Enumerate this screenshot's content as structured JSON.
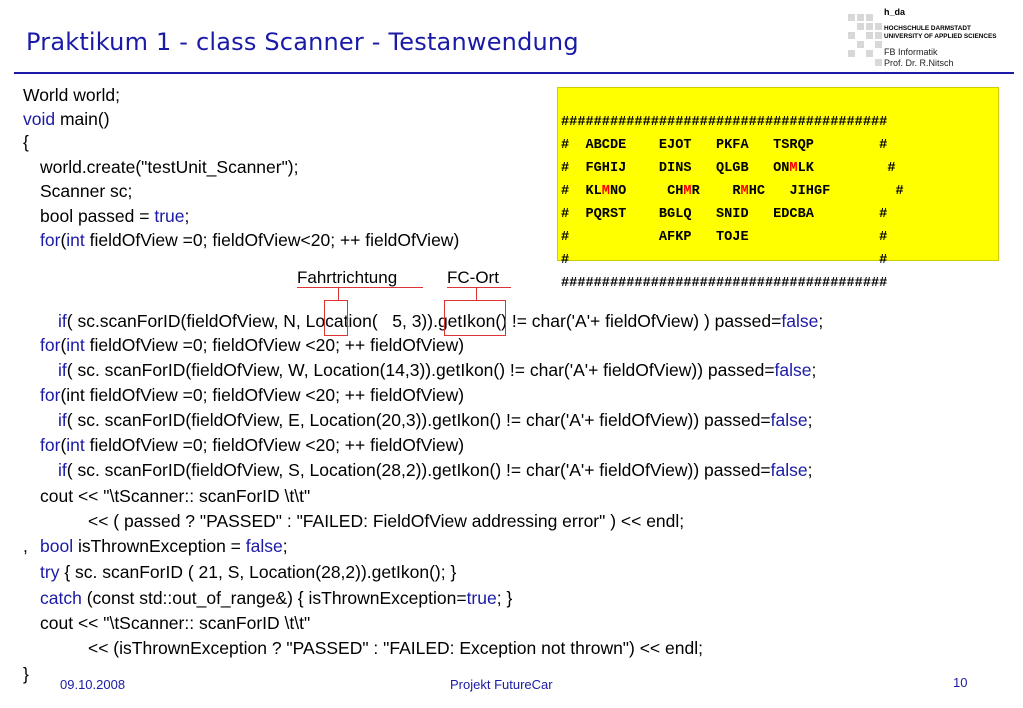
{
  "header": {
    "title_main": "Praktikum 1",
    "title_sub": " - class Scanner - Testanwendung",
    "logo_name": "h_da",
    "logo_uni_1": "HOCHSCHULE DARMSTADT",
    "logo_uni_2": "UNIVERSITY OF APPLIED SCIENCES",
    "logo_dept": "FB Informatik",
    "logo_prof": "Prof. Dr. R.Nitsch"
  },
  "code": {
    "l1": "World world;",
    "l2_kw": "void",
    "l2_rest": " main()",
    "l3": "{",
    "l4": "world.create(\"testUnit_Scanner\");",
    "l5": "Scanner sc;",
    "l6_a": "bool passed = ",
    "l6_kw": "true",
    "l6_b": ";",
    "l7_kw1": "for",
    "l7_a": "(",
    "l7_kw2": "int",
    "l7_b": " fieldOfView =0; fieldOfView<20; ++ fieldOfView)",
    "l8_kw": "if",
    "l8_a": "( sc.scanForID(fieldOfView, N, Location(   5, 3)).getIkon() != char('A'+ fieldOfView) ) passed=",
    "l8_kw2": "false",
    "l8_b": ";",
    "l9_kw1": "for",
    "l9_a": "(",
    "l9_kw2": "int",
    "l9_b": " fieldOfView =0; fieldOfView <20; ++ fieldOfView)",
    "l10_kw": "if",
    "l10_a": "( sc. scanForID(fieldOfView, W, Location(14,3)).getIkon() != char('A'+ fieldOfView)) passed=",
    "l10_kw2": "false",
    "l10_b": ";",
    "l11_kw": "for",
    "l11_a": "(int fieldOfView =0; fieldOfView <20; ++ fieldOfView)",
    "l12_kw": "if",
    "l12_a": "( sc. scanForID(fieldOfView, E, Location(20,3)).getIkon() != char('A'+ fieldOfView)) passed=",
    "l12_kw2": "false",
    "l12_b": ";",
    "l13_kw1": "for",
    "l13_a": "(",
    "l13_kw2": "int",
    "l13_b": " fieldOfView =0; fieldOfView <20; ++ fieldOfView)",
    "l14_kw": "if",
    "l14_a": "( sc. scanForID(fieldOfView, S, Location(28,2)).getIkon() != char('A'+ fieldOfView)) passed=",
    "l14_kw2": "false",
    "l14_b": ";",
    "l15": "cout << \"\\tScanner:: scanForID \\t\\t\"",
    "l16": "<< ( passed ? \"PASSED\" : \"FAILED: FieldOfView addressing error\" ) << endl;",
    "l17_comma": ",",
    "l17_kw": "bool",
    "l17_a": " isThrownException = ",
    "l17_kw2": "false",
    "l17_b": ";",
    "l18_kw": "try",
    "l18_a": " { sc. scanForID ( 21, S, Location(28,2)).getIkon(); }",
    "l19_kw": "catch",
    "l19_a": " (const std::out_of_range&) { isThrownException=",
    "l19_kw2": "true",
    "l19_b": "; }",
    "l20": "cout << \"\\tScanner:: scanForID \\t\\t\"",
    "l21": "<< (isThrownException ? \"PASSED\" : \"FAILED: Exception not thrown\") << endl;",
    "l22": "}"
  },
  "grid": {
    "row1": "########################################",
    "row2": "#  ABCDE    EJOT   PKFA   TSRQP        #",
    "row3_a": "#  FGHIJ    DINS   QLGB   ON",
    "row3_m": "M",
    "row3_b": "LK         #",
    "row4_a": "#  KL",
    "row4_m1": "M",
    "row4_b": "NO     CH",
    "row4_m2": "M",
    "row4_c": "R    R",
    "row4_m3": "M",
    "row4_d": "HC   JIHGF        #",
    "row5": "#  PQRST    BGLQ   SNID   EDCBA        #",
    "row6": "#           AFKP   TOJE                #",
    "row7": "#                                      #",
    "row8": "########################################"
  },
  "annotations": {
    "direction": "Fahrtrichtung",
    "fc_location": "FC-Ort"
  },
  "footer": {
    "date": "09.10.2008",
    "project": "Projekt FutureCar",
    "page": "10"
  },
  "colors": {
    "title": "#1a1aa6",
    "keyword": "#1a1aa6",
    "grid_bg": "#ffff00",
    "marker": "#ff0000",
    "annotation_line": "#dd3333"
  }
}
